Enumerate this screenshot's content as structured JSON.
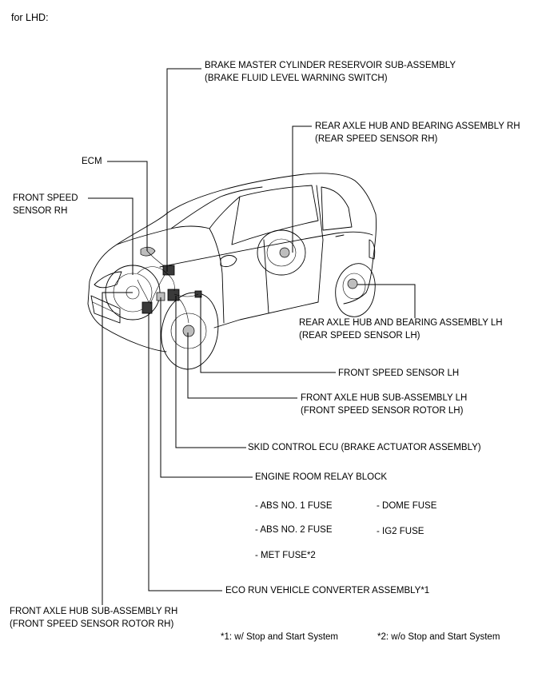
{
  "heading": "for LHD:",
  "labels": {
    "brake_master": [
      "BRAKE MASTER CYLINDER RESERVOIR SUB-ASSEMBLY",
      "(BRAKE FLUID LEVEL WARNING SWITCH)"
    ],
    "rear_axle_rh": [
      "REAR AXLE HUB AND BEARING ASSEMBLY RH",
      "(REAR SPEED SENSOR RH)"
    ],
    "ecm": [
      "ECM"
    ],
    "front_speed_rh": [
      "FRONT SPEED",
      "SENSOR RH"
    ],
    "rear_axle_lh": [
      "REAR AXLE HUB AND BEARING ASSEMBLY LH",
      "(REAR SPEED SENSOR LH)"
    ],
    "front_speed_lh": [
      "FRONT SPEED SENSOR LH"
    ],
    "front_axle_lh": [
      "FRONT AXLE HUB SUB-ASSEMBLY LH",
      "(FRONT SPEED SENSOR ROTOR LH)"
    ],
    "skid_control": [
      "SKID CONTROL ECU (BRAKE ACTUATOR ASSEMBLY)"
    ],
    "engine_relay": [
      "ENGINE ROOM RELAY BLOCK"
    ],
    "eco_run": [
      "ECO RUN VEHICLE CONVERTER ASSEMBLY*1"
    ],
    "front_axle_rh": [
      "FRONT AXLE HUB SUB-ASSEMBLY RH",
      "(FRONT SPEED SENSOR ROTOR RH)"
    ]
  },
  "fuses": {
    "abs1": "- ABS NO. 1 FUSE",
    "abs2": "- ABS NO. 2 FUSE",
    "met": "- MET FUSE*2",
    "dome": "- DOME FUSE",
    "ig2": "- IG2 FUSE"
  },
  "footnotes": {
    "note1": "*1: w/ Stop and Start System",
    "note2": "*2: w/o Stop and Start System"
  }
}
